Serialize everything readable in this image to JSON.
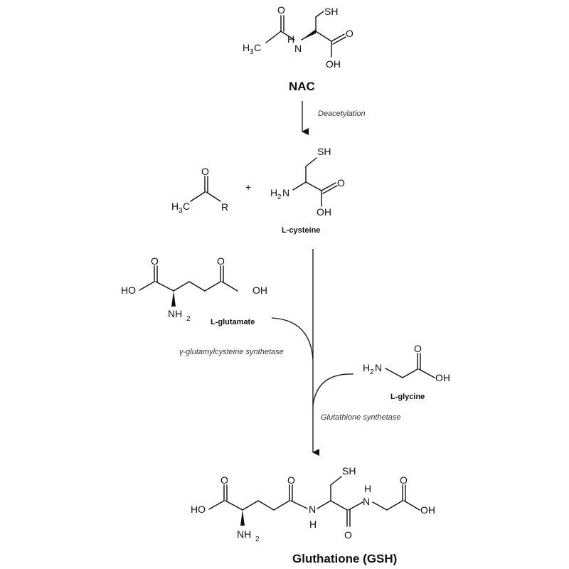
{
  "labels": {
    "nac": "NAC",
    "cysteine": "L-cysteine",
    "glutamate": "L-glutamate",
    "glycine": "L-glycine",
    "gsh": "Gluthatione (GSH)",
    "plus": "+"
  },
  "enzymes": {
    "deacetylation": "Deacetylation",
    "gcs": "γ-glutamylcysteine synthetase",
    "gs": "Glutathione synthetase"
  },
  "atoms": {
    "sh": "SH",
    "o": "O",
    "oh": "OH",
    "ho": "HO",
    "n": "N",
    "h": "H",
    "h3c_main": "H",
    "three": "3",
    "c": "C",
    "r": "R",
    "h2n_main": "H",
    "two": "2",
    "nh2_main": "NH"
  },
  "colors": {
    "ink": "#111111",
    "background": "#ffffff"
  }
}
